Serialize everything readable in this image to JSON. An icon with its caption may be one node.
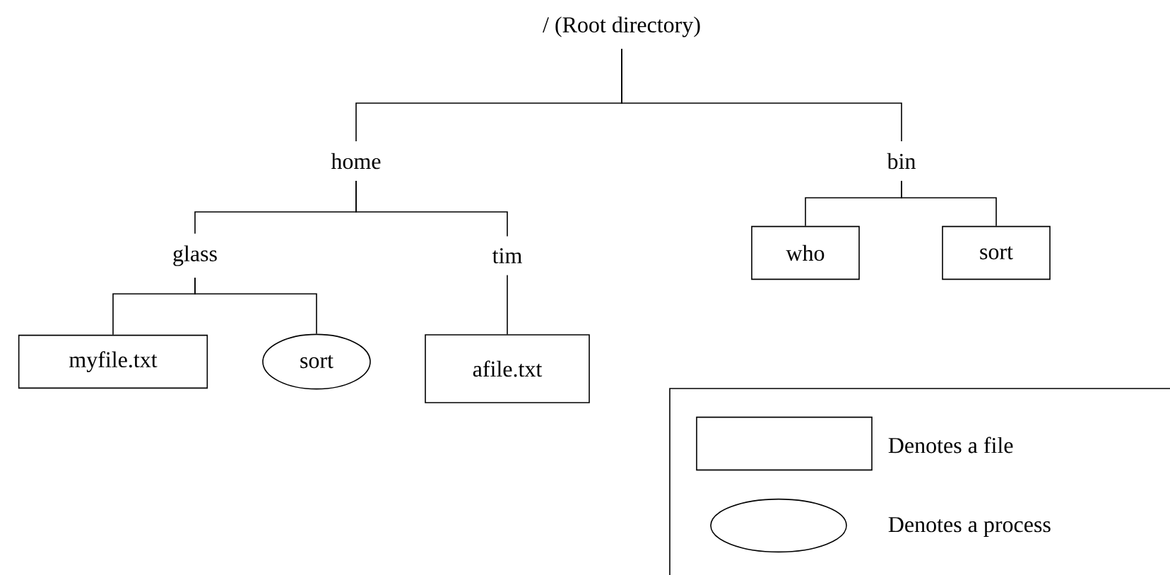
{
  "diagram": {
    "nodes": [
      {
        "text": [
          "/ (Root directory)"
        ]
      },
      {
        "text": [
          "home"
        ]
      },
      {
        "text": [
          "bin"
        ]
      },
      {
        "text": [
          "glass"
        ]
      },
      {
        "text": [
          "tim"
        ]
      },
      {
        "text": [
          "who"
        ]
      },
      {
        "text": [
          "sort"
        ]
      },
      {
        "text": [
          "myfile.txt"
        ]
      },
      {
        "text": [
          "sort"
        ]
      },
      {
        "text": [
          "afile.txt"
        ]
      }
    ],
    "edges": [
      {
        "from": 0,
        "to": 1,
        "arrow": "none"
      },
      {
        "from": 0,
        "to": 2,
        "arrow": "none"
      },
      {
        "from": 1,
        "to": 3,
        "arrow": "none"
      },
      {
        "from": 1,
        "to": 4,
        "arrow": "none"
      },
      {
        "from": 2,
        "to": 5,
        "arrow": "none"
      },
      {
        "from": 2,
        "to": 6,
        "arrow": "none"
      },
      {
        "from": 3,
        "to": 7,
        "arrow": "none"
      },
      {
        "from": 3,
        "to": 8,
        "arrow": "none"
      },
      {
        "from": 4,
        "to": 9,
        "arrow": "none"
      }
    ],
    "legend": [
      {
        "text": "Denotes a file"
      },
      {
        "text": "Denotes a process"
      }
    ]
  }
}
